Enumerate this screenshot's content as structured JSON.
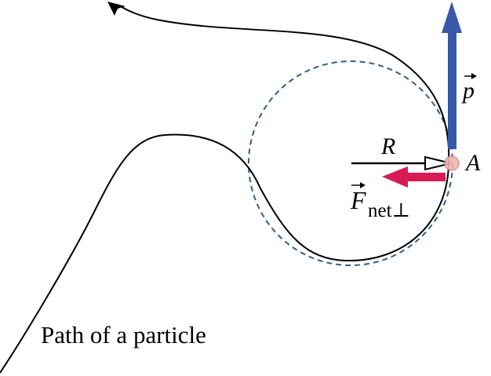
{
  "labels": {
    "path_caption": "Path of a particle",
    "momentum_symbol": "p",
    "radius_symbol": "R",
    "point_name": "A",
    "force_symbol": "F",
    "force_subscript": "net⊥"
  },
  "colors": {
    "path": "#000000",
    "circle": "#2d5f8c",
    "momentum_arrow": "#3a58a8",
    "force_arrow": "#d81b55",
    "point_fill": "#f2b6b0",
    "point_stroke": "#d48a88"
  }
}
